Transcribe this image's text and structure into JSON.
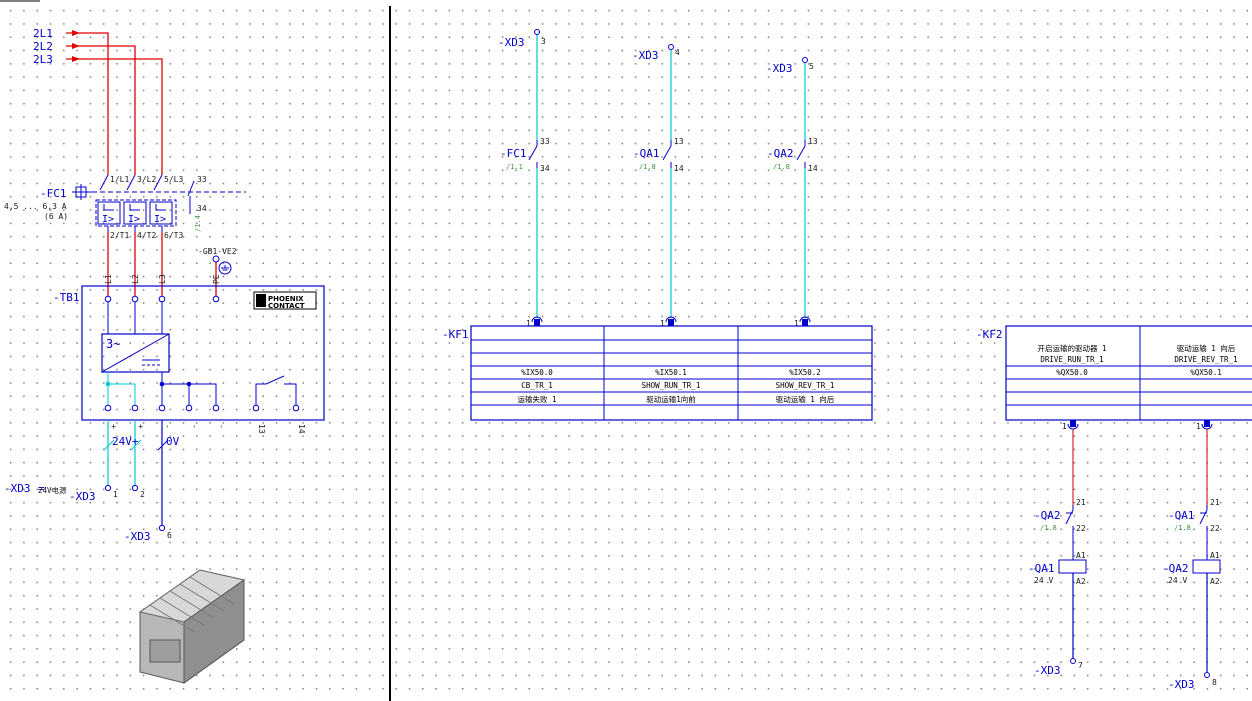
{
  "left": {
    "phases": [
      "2L1",
      "2L2",
      "2L3"
    ],
    "breaker": {
      "tag": "-FC1",
      "range": "4,5 ... 6,3 A",
      "setting": "(6 A)",
      "terminals_top": [
        "1/L1",
        "3/L2",
        "5/L3",
        "33"
      ],
      "terminals_bottom": [
        "2/T1",
        "4/T2",
        "6/T3",
        "34"
      ],
      "contact_ref": "/1.4"
    },
    "ground": "-GB1-VE2",
    "psu": {
      "tag": "-TB1",
      "logo": "PHOENIX CONTACT",
      "inputs": [
        "L1",
        "L2",
        "L3",
        "PE"
      ],
      "converter": "3~",
      "outputs": [
        "+",
        "+",
        "-",
        "-",
        "-",
        "13",
        "14"
      ]
    },
    "v24": "24V+",
    "v0": "0V",
    "xd3_left": "-XD3",
    "xd3_left_note": "24V电源",
    "xd3_mid": "-XD3",
    "xd3_mid_pins": [
      "1",
      "2"
    ],
    "xd3_bottom": "-XD3",
    "xd3_bottom_pin": "6"
  },
  "kf1": {
    "tag": "-KF1",
    "inputs": [
      {
        "tag": "-XD3",
        "pin": "3",
        "contact": "-FC1",
        "ref": "/1.1",
        "top": "33",
        "bottom": "34",
        "port": "1",
        "addr": "%IX50.0",
        "var": "CB_TR_1",
        "desc": "运输失败 1"
      },
      {
        "tag": "-XD3",
        "pin": "4",
        "contact": "-QA1",
        "ref": "/1.8",
        "top": "13",
        "bottom": "14",
        "port": "1",
        "addr": "%IX50.1",
        "var": "SHOW_RUN_TR_1",
        "desc": "驱动运输1向前"
      },
      {
        "tag": "-XD3",
        "pin": "5",
        "contact": "-QA2",
        "ref": "/1.8",
        "top": "13",
        "bottom": "14",
        "port": "1",
        "addr": "%IX50.2",
        "var": "SHOW_REV_TR_1",
        "desc": "驱动运输 1 向后"
      }
    ]
  },
  "kf2": {
    "tag": "-KF2",
    "outputs": [
      {
        "title": "开启运输的驱动器 1",
        "var": "DRIVE_RUN_TR_1",
        "addr": "%QX50.0",
        "port": "1",
        "interlock": "-QA2",
        "interlock_ref": "/1.8",
        "nc": [
          "21",
          "22"
        ],
        "coil": "-QA1",
        "volt": "24 V",
        "coil_pins": [
          "A1",
          "A2"
        ],
        "xd3": "-XD3",
        "pin": "7"
      },
      {
        "title": "驱动运输 1 向后",
        "var": "DRIVE_REV_TR_1",
        "addr": "%QX50.1",
        "port": "1",
        "interlock": "-QA1",
        "interlock_ref": "/1.8",
        "nc": [
          "21",
          "22"
        ],
        "coil": "-QA2",
        "volt": "24 V",
        "coil_pins": [
          "A1",
          "A2"
        ],
        "xd3": "-XD3",
        "pin": "8"
      }
    ]
  },
  "colors": {
    "phase": "#e00000",
    "wire": "#0000cc",
    "signal": "#00c8d8",
    "output": "#d22a2a",
    "ref": "#3a9a3a"
  }
}
